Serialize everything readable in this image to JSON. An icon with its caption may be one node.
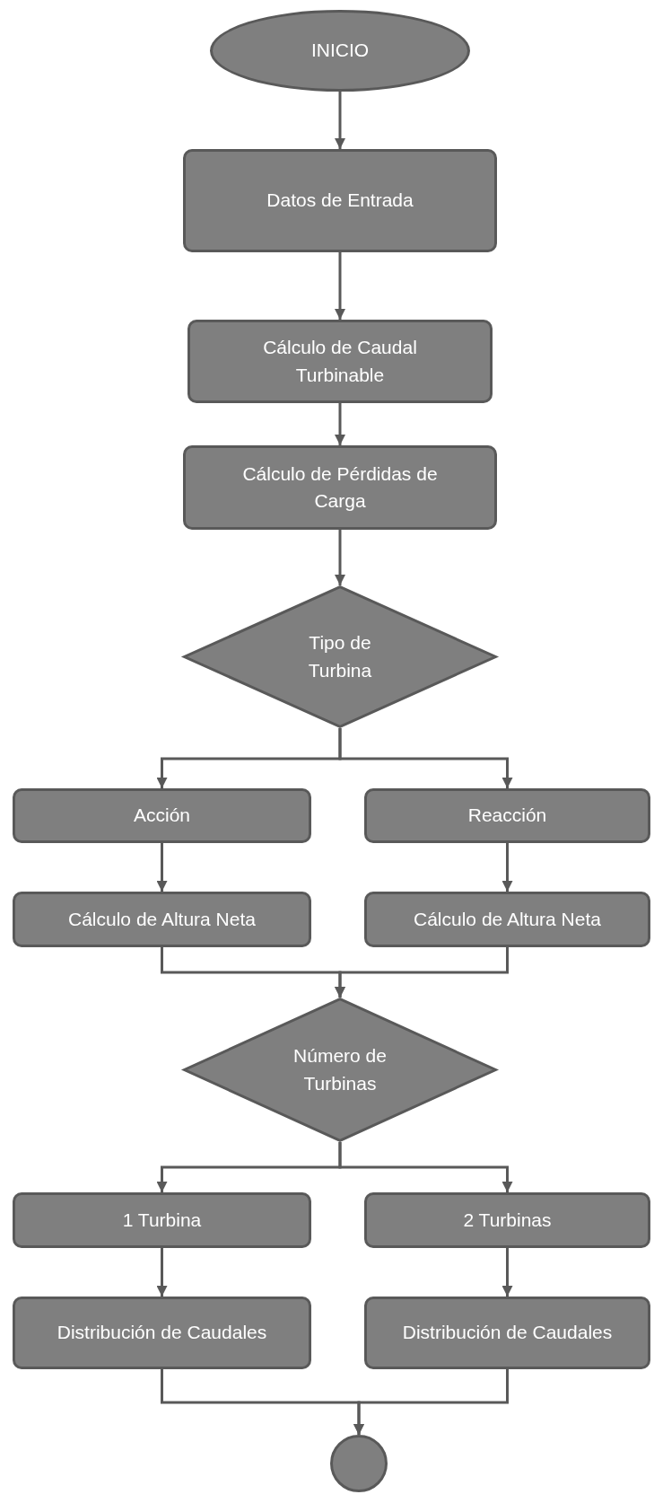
{
  "diagram": {
    "nodes": [
      {
        "text": [
          "INICIO"
        ]
      },
      {
        "text": [
          "Datos de Entrada"
        ]
      },
      {
        "text": [
          "Cálculo de Caudal Turbinable"
        ]
      },
      {
        "text": [
          "Cálculo de Pérdidas de Carga"
        ]
      },
      {
        "text": [
          "Tipo de Turbina"
        ]
      },
      {
        "text": [
          "Acción"
        ]
      },
      {
        "text": [
          "Reacción"
        ]
      },
      {
        "text": [
          "Cálculo de Altura Neta"
        ]
      },
      {
        "text": [
          "Cálculo de Altura Neta"
        ]
      },
      {
        "text": [
          "Número de Turbinas"
        ]
      },
      {
        "text": [
          "1 Turbina"
        ]
      },
      {
        "text": [
          "2 Turbinas"
        ]
      },
      {
        "text": [
          "Distribución de Caudales"
        ]
      },
      {
        "text": [
          "Distribución de Caudales"
        ]
      },
      {
        "text": [],
        "shape": "circle"
      }
    ],
    "edges": [
      {
        "from": 0,
        "to": 1,
        "arrow": "to"
      },
      {
        "from": 1,
        "to": 2,
        "arrow": "to"
      },
      {
        "from": 2,
        "to": 3,
        "arrow": "to"
      },
      {
        "from": 3,
        "to": 4,
        "arrow": "to"
      },
      {
        "from": 4,
        "to": 5,
        "arrow": "to"
      },
      {
        "from": 4,
        "to": 6,
        "arrow": "to"
      },
      {
        "from": 5,
        "to": 7,
        "arrow": "to"
      },
      {
        "from": 6,
        "to": 8,
        "arrow": "to"
      },
      {
        "from": 7,
        "to": 9,
        "arrow": "to"
      },
      {
        "from": 8,
        "to": 9,
        "arrow": "to"
      },
      {
        "from": 9,
        "to": 10,
        "arrow": "to"
      },
      {
        "from": 9,
        "to": 11,
        "arrow": "to"
      },
      {
        "from": 10,
        "to": 12,
        "arrow": "to"
      },
      {
        "from": 11,
        "to": 13,
        "arrow": "to"
      },
      {
        "from": 12,
        "to": 14,
        "arrow": "to"
      },
      {
        "from": 13,
        "to": 14,
        "arrow": "to"
      }
    ]
  }
}
